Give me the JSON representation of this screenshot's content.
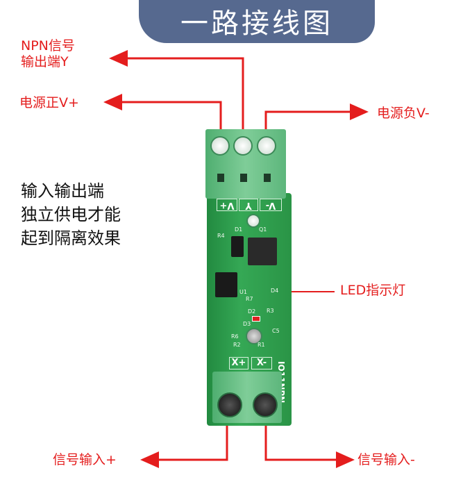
{
  "title": "一路接线图",
  "labels": {
    "npn_output": [
      "NPN信号",
      "输出端Y"
    ],
    "power_positive": "电源正V+",
    "power_negative": "电源负V-",
    "led_indicator": "LED指示灯",
    "signal_input_positive": "信号输入+",
    "signal_input_negative": "信号输入-"
  },
  "description": [
    "输入输出端",
    "独立供电才能",
    "起到隔离效果"
  ],
  "board": {
    "top_pins": [
      "V+",
      "Y",
      "V-"
    ],
    "bottom_pins": [
      "X+",
      "X-"
    ],
    "model": "IO11NPN",
    "silkscreen": [
      "R4",
      "D1",
      "Q1",
      "U1",
      "R7",
      "D4",
      "D2",
      "D3",
      "R3",
      "R6",
      "R2",
      "R1",
      "C5"
    ]
  },
  "colors": {
    "wire": "#e41d1d",
    "banner": "#56698f",
    "pcb": "#2e9a4a"
  }
}
